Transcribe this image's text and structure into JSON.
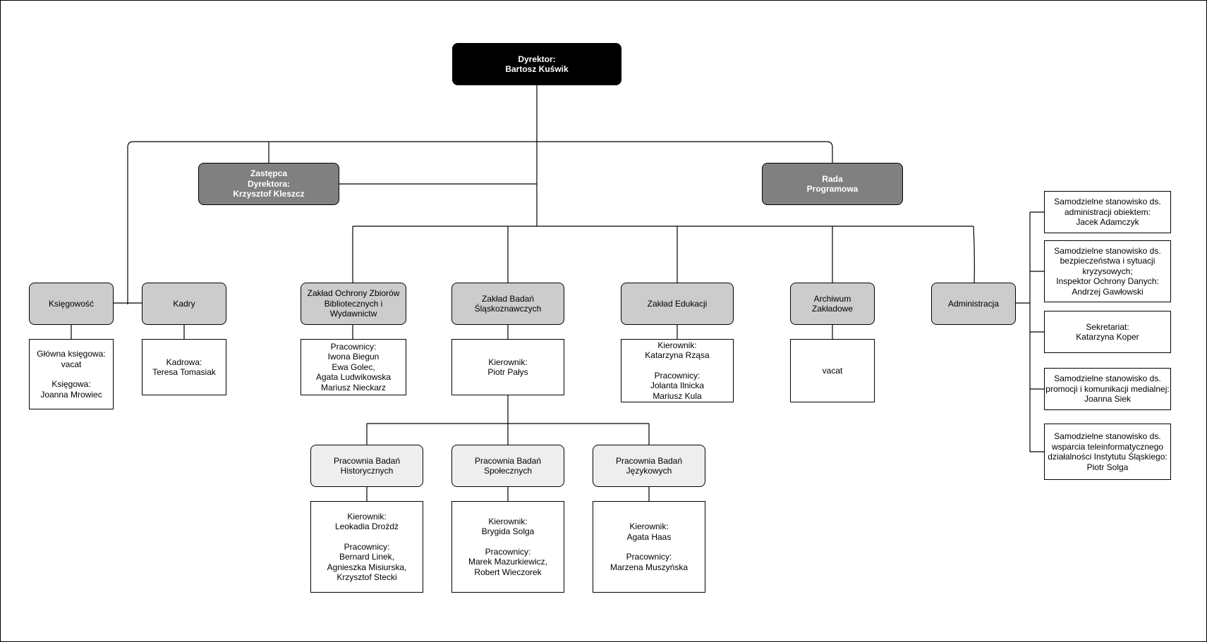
{
  "director": {
    "lines": [
      "Dyrektor:",
      "Bartosz Kuświk"
    ]
  },
  "deputy": {
    "lines": [
      "Zastępca",
      "Dyrektora:",
      "Krzysztof Kleszcz"
    ]
  },
  "council": {
    "lines": [
      "Rada",
      "Programowa"
    ]
  },
  "accounting": {
    "title": "Księgowość",
    "details": [
      [
        "Główna księgowa:",
        "vacat"
      ],
      [
        "Księgowa:",
        "Joanna Mrowiec"
      ]
    ]
  },
  "hr": {
    "title": "Kadry",
    "details": [
      [
        "Kadrowa:",
        "Teresa Tomasiak"
      ]
    ]
  },
  "dept_collections": {
    "title": [
      "Zakład Ochrony Zbiorów",
      "Bibliotecznych i",
      "Wydawnictw"
    ],
    "details": [
      [
        "Pracownicy:",
        "Iwona Biegun",
        "Ewa Golec,",
        "Agata Ludwikowska",
        "Mariusz Nieckarz"
      ]
    ]
  },
  "dept_silesian": {
    "title": [
      "Zakład Badań",
      "Śląskoznawczych"
    ],
    "details": [
      [
        "Kierownik:",
        "Piotr Pałys"
      ]
    ]
  },
  "dept_education": {
    "title": [
      "Zakład Edukacji"
    ],
    "details": [
      [
        "Kierownik:",
        "Katarzyna Rząsa"
      ],
      [
        "Pracownicy:",
        "Jolanta Ilnicka",
        "Mariusz Kula"
      ]
    ]
  },
  "archive": {
    "title": [
      "Archiwum",
      "Zakładowe"
    ],
    "details": [
      [
        "vacat"
      ]
    ]
  },
  "administration": {
    "title": "Administracja",
    "positions": [
      [
        "Samodzielne stanowisko ds.",
        "administracji obiektem:",
        "Jacek Adamczyk"
      ],
      [
        "Samodzielne stanowisko ds.",
        "bezpieczeństwa i sytuacji",
        "kryzysowych;",
        "Inspektor Ochrony Danych:",
        "Andrzej Gawłowski"
      ],
      [
        "Sekretariat:",
        "Katarzyna Koper"
      ],
      [
        "Samodzielne stanowisko ds.",
        "promocji i komunikacji medialnej:",
        "Joanna Siek"
      ],
      [
        "Samodzielne stanowisko ds.",
        "wsparcia teleinformatycznego",
        "działalności Instytutu Śląskiego:",
        "Piotr Solga"
      ]
    ]
  },
  "lab_history": {
    "title": [
      "Pracownia Badań",
      "Historycznych"
    ],
    "details": [
      [
        "Kierownik:",
        "Leokadia Drożdż"
      ],
      [
        "Pracownicy:",
        "Bernard Linek,",
        "Agnieszka Misiurska,",
        "Krzysztof Stecki"
      ]
    ]
  },
  "lab_social": {
    "title": [
      "Pracownia Badań",
      "Społecznych"
    ],
    "details": [
      [
        "Kierownik:",
        "Brygida Solga"
      ],
      [
        "Pracownicy:",
        "Marek Mazurkiewicz,",
        "Robert Wieczorek"
      ]
    ]
  },
  "lab_language": {
    "title": [
      "Pracownia Badań",
      "Językowych"
    ],
    "details": [
      [
        "Kierownik:",
        "Agata Haas"
      ],
      [
        "Pracownicy:",
        "Marzena Muszyńska"
      ]
    ]
  },
  "colors": {
    "black": "#000000",
    "dark": "#808080",
    "mid": "#cccccc",
    "light": "#eeeeee"
  }
}
